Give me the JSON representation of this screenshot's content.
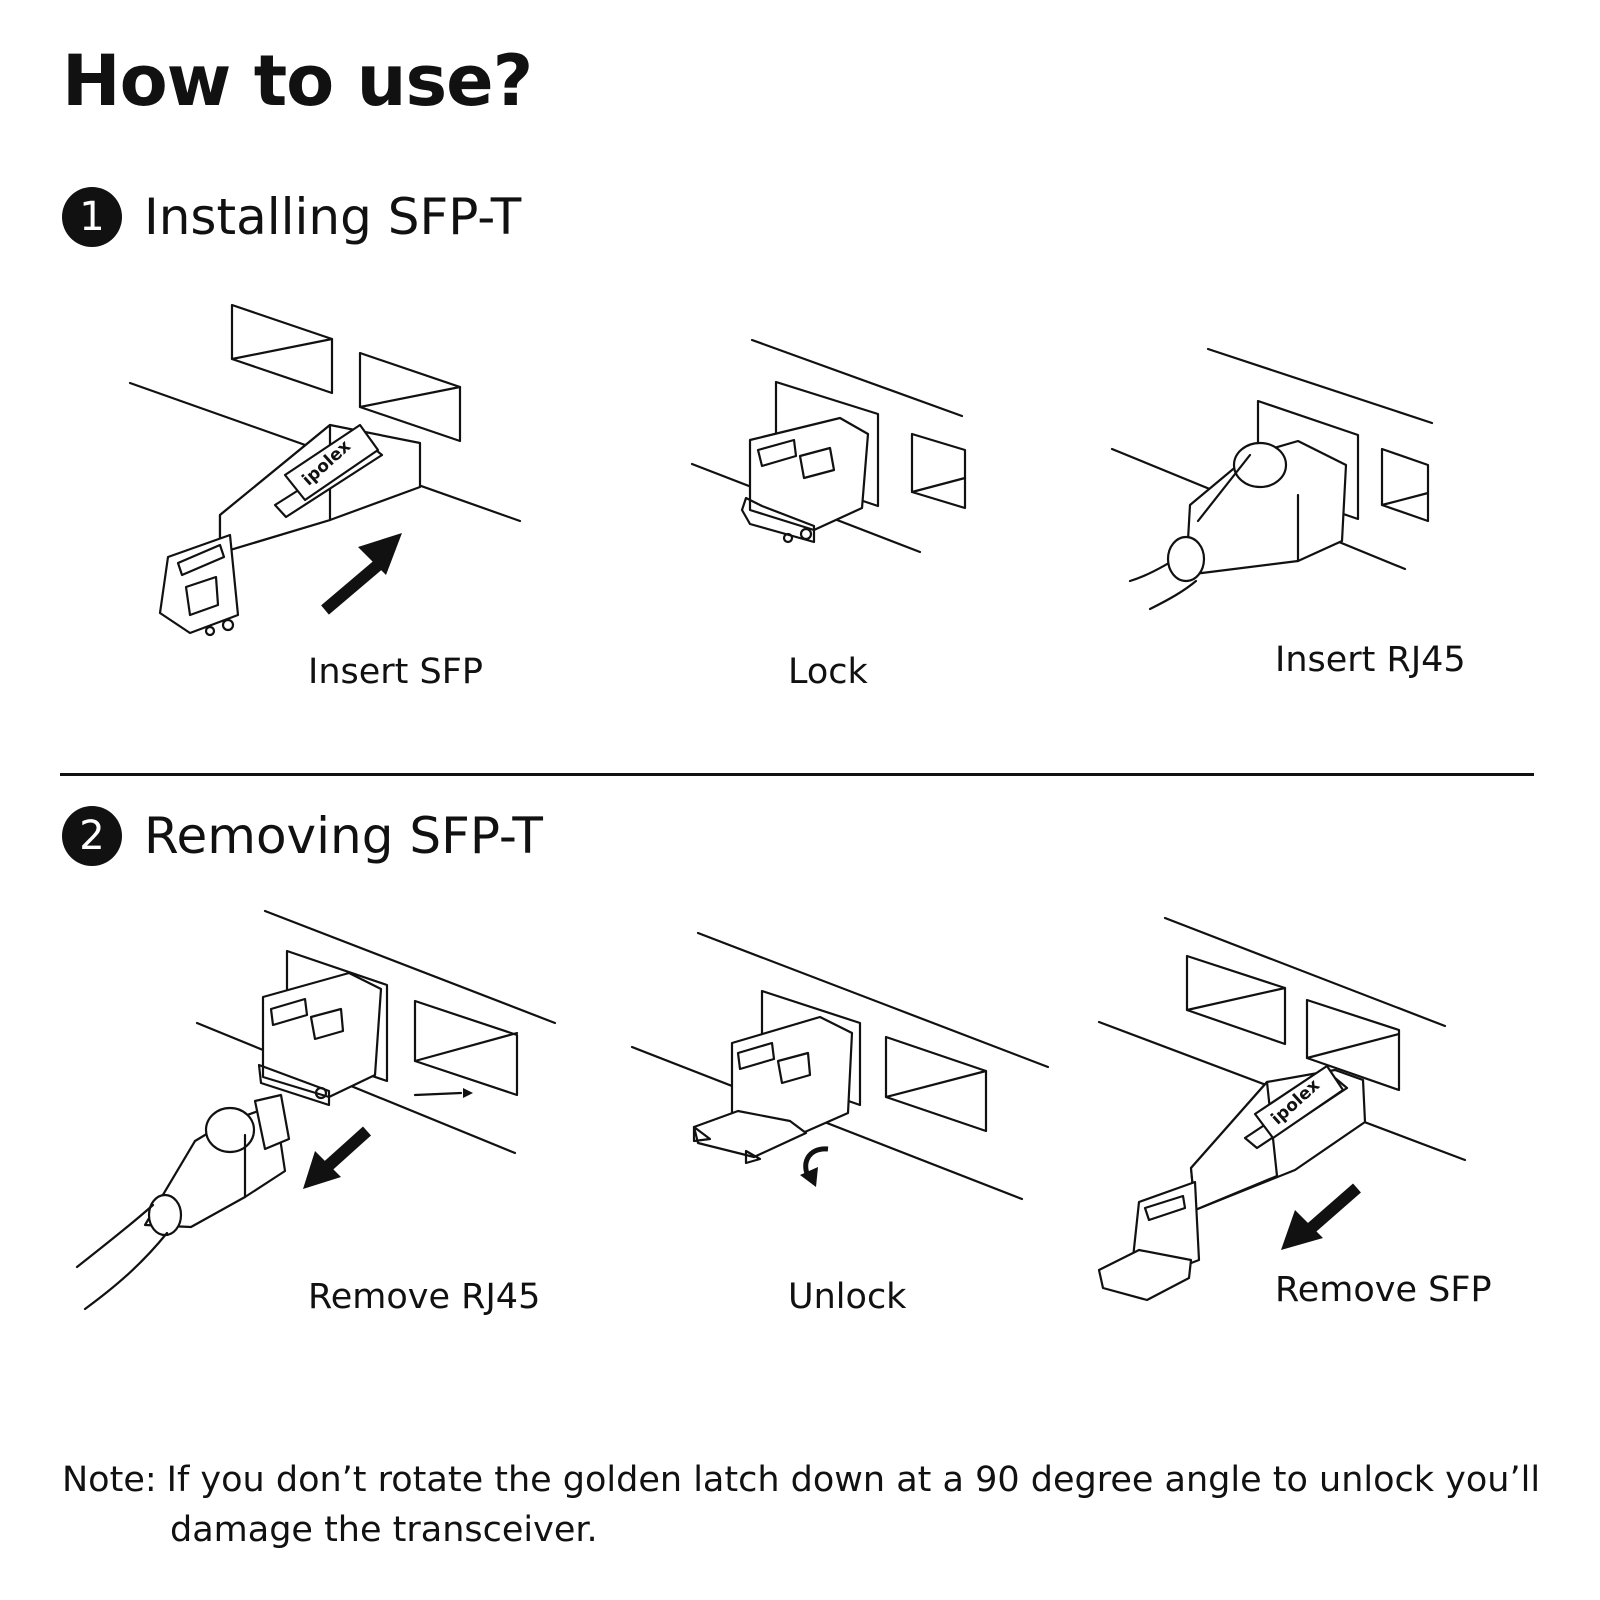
{
  "page": {
    "title": "How to use?"
  },
  "installing": {
    "number": "1",
    "title": "Installing SFP-T",
    "steps": [
      {
        "label": "Insert SFP",
        "icon": "insert-sfp-illustration"
      },
      {
        "label": "Lock",
        "icon": "lock-latch-illustration"
      },
      {
        "label": "Insert RJ45",
        "icon": "insert-rj45-illustration"
      }
    ]
  },
  "removing": {
    "number": "2",
    "title": "Removing SFP-T",
    "steps": [
      {
        "label": "Remove RJ45",
        "icon": "remove-rj45-illustration"
      },
      {
        "label": "Unlock",
        "icon": "unlock-latch-illustration"
      },
      {
        "label": "Remove SFP",
        "icon": "remove-sfp-illustration"
      }
    ]
  },
  "brand": {
    "module_label": "ipolex"
  },
  "note": {
    "prefix": "Note:",
    "line1": "If you don’t rotate the golden latch down at a 90 degree angle to unlock you’ll",
    "line2": "damage the transceiver."
  },
  "colors": {
    "ink": "#111111",
    "background": "#ffffff"
  }
}
